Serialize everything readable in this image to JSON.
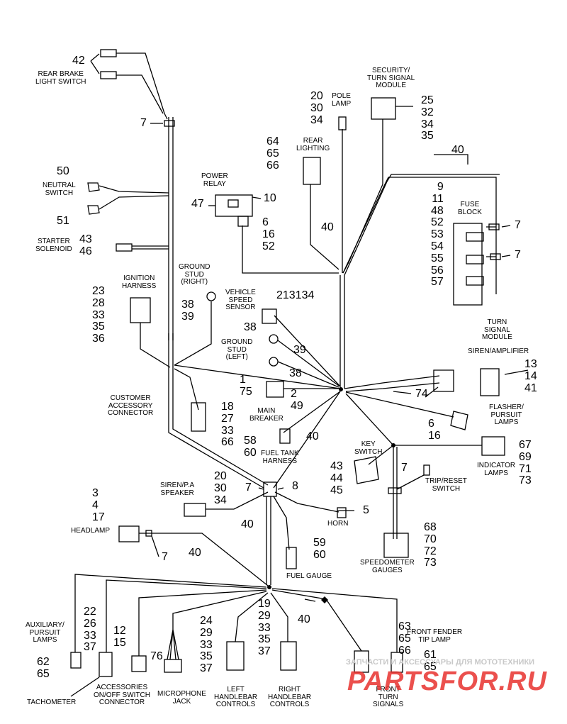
{
  "labels": {
    "rear_brake_light_switch": "REAR BRAKE\nLIGHT SWITCH",
    "neutral_switch": "NEUTRAL\nSWITCH",
    "starter_solenoid": "STARTER\nSOLENOID",
    "ignition_harness": "IGNITION\nHARNESS",
    "ground_stud_right": "GROUND\nSTUD\n(RIGHT)",
    "power_relay": "POWER\nRELAY",
    "rear_lighting": "REAR\nLIGHTING",
    "pole_lamp": "POLE\nLAMP",
    "security_turn_signal_module": "SECURITY/\nTURN SIGNAL\nMODULE",
    "fuse_block": "FUSE\nBLOCK",
    "vehicle_speed_sensor": "VEHICLE\nSPEED\nSENSOR",
    "ground_stud_left": "GROUND\nSTUD\n(LEFT)",
    "turn_signal_module": "TURN\nSIGNAL\nMODULE",
    "siren_amplifier": "SIREN/AMPLIFIER",
    "main_breaker": "MAIN\nBREAKER",
    "customer_accessory_connector": "CUSTOMER\nACCESSORY\nCONNECTOR",
    "fuel_tank_harness": "FUEL TANK\nHARNESS",
    "flasher_pursuit_lamps": "FLASHER/\nPURSUIT\nLAMPS",
    "key_switch": "KEY\nSWITCH",
    "indicator_lamps": "INDICATOR\nLAMPS",
    "trip_reset_switch": "TRIP/RESET\nSWITCH",
    "siren_pa_speaker": "SIREN/P.A\nSPEAKER",
    "horn": "HORN",
    "headlamp": "HEADLAMP",
    "fuel_gauge": "FUEL GAUGE",
    "speedometer_gauges": "SPEEDOMETER\nGAUGES",
    "auxiliary_pursuit_lamps": "AUXILIARY/\nPURSUIT\nLAMPS",
    "front_fender_tip_lamp": "FRONT FENDER\nTIP LAMP",
    "tachometer": "TACHOMETER",
    "accessories_switch_connector": "ACCESSORIES\nON/OFF SWITCH\nCONNECTOR",
    "microphone_jack": "MICROPHONE\nJACK",
    "left_handlebar_controls": "LEFT\nHANDLEBAR\nCONTROLS",
    "right_handlebar_controls": "RIGHT\nHANDLEBAR\nCONTROLS",
    "front_turn_signals": "FRONT\nTURN\nSIGNALS"
  },
  "callouts": {
    "rear_brake": "42",
    "clip_rear": "7",
    "neutral_a": "50",
    "neutral_b": "51",
    "starter": "43\n46",
    "ignition": "23\n28\n33\n35\n36",
    "ground_right": "38\n39",
    "power_relay_left": "47",
    "power_relay_right": "10",
    "power_relay_below": "6\n16\n52",
    "rear_lighting": "64\n65\n66",
    "pole_lamp": "20\n30\n34",
    "security_module": "25\n32\n34\n35",
    "harness_top": "40",
    "harness_mid": "40",
    "fuse_block": "9\n11\n48\n52\n53\n54\n55\n56\n57",
    "fuse_clip_a": "7",
    "fuse_clip_b": "7",
    "speed_sensor": "213134",
    "ground_left_a": "38",
    "ground_left_b": "39",
    "ground_left_c": "38",
    "siren_amp": "13\n14\n41",
    "siren_amp_74": "74",
    "main_breaker_left": "1\n75",
    "main_breaker_right": "2\n49",
    "customer_accessory": "18\n27\n33\n66",
    "fuel_tank": "58\n60",
    "harness_fuel": "40",
    "flasher": "6\n16",
    "key_switch": "43\n44\n45",
    "indicator": "67\n69\n71\n73",
    "trip_reset": "7",
    "siren_speaker": "20\n30\n34",
    "clip_center": "7",
    "center_8": "8",
    "horn": "5",
    "headlamp": "3\n4\n17",
    "headlamp_clip": "7",
    "headlamp_40": "40",
    "center_40": "40",
    "fuel_gauge": "59\n60",
    "speedometer": "68\n70\n72\n73",
    "auxiliary": "62\n65",
    "tachometer": "22\n26\n33\n37",
    "accessories_switch": "12\n15",
    "microphone": "76",
    "left_handlebar": "24\n29\n33\n35\n37",
    "right_handlebar": "19\n29\n33\n35\n37",
    "lower_40": "40",
    "fender_tip": "63\n65\n66",
    "front_turn": "61\n65"
  },
  "watermark": {
    "caption": "ЗАПЧАСТИ И АКСЕССУАРЫ ДЛЯ МОТОТЕХНИКИ",
    "logo_text": "PARTSFOR.RU",
    "brand_color": "#e8322f"
  }
}
